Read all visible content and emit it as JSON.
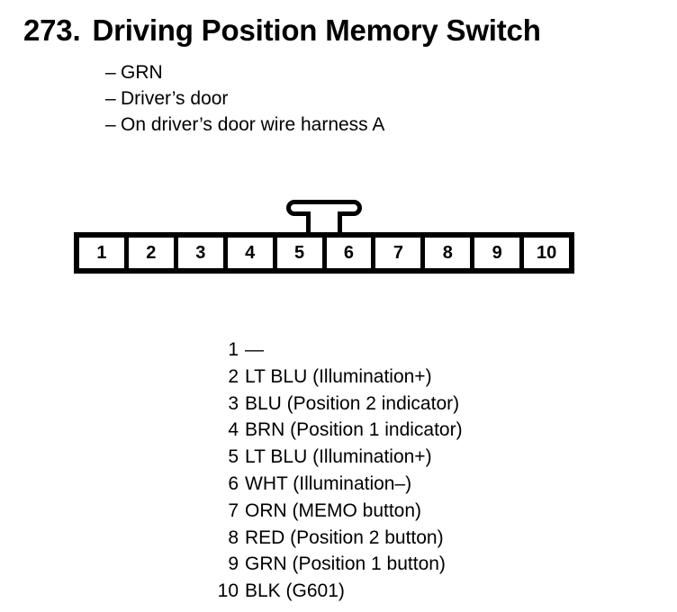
{
  "header": {
    "number": "273.",
    "title": "Driving Position Memory Switch"
  },
  "subtitle": {
    "dash": "–",
    "items": [
      {
        "label": "GRN"
      },
      {
        "label": "Driver’s door"
      },
      {
        "label": "On driver’s door wire harness A"
      }
    ]
  },
  "connector": {
    "name": "connector-10-pin",
    "pin_count": 10,
    "tab": "locking-tab",
    "pins": [
      {
        "number": "1"
      },
      {
        "number": "2"
      },
      {
        "number": "3"
      },
      {
        "number": "4"
      },
      {
        "number": "5"
      },
      {
        "number": "6"
      },
      {
        "number": "7"
      },
      {
        "number": "8"
      },
      {
        "number": "9"
      },
      {
        "number": "10"
      }
    ]
  },
  "legend": {
    "rows": [
      {
        "number": "1",
        "description": "—"
      },
      {
        "number": "2",
        "description": "LT BLU (Illumination+)"
      },
      {
        "number": "3",
        "description": "BLU (Position 2 indicator)"
      },
      {
        "number": "4",
        "description": "BRN (Position 1 indicator)"
      },
      {
        "number": "5",
        "description": "LT BLU (Illumination+)"
      },
      {
        "number": "6",
        "description": "WHT (Illumination–)"
      },
      {
        "number": "7",
        "description": "ORN (MEMO button)"
      },
      {
        "number": "8",
        "description": "RED (Position 2 button)"
      },
      {
        "number": "9",
        "description": "GRN (Position 1 button)"
      },
      {
        "number": "10",
        "description": "BLK (G601)"
      }
    ]
  },
  "colors": {
    "ink": "#000000",
    "page": "#ffffff"
  }
}
